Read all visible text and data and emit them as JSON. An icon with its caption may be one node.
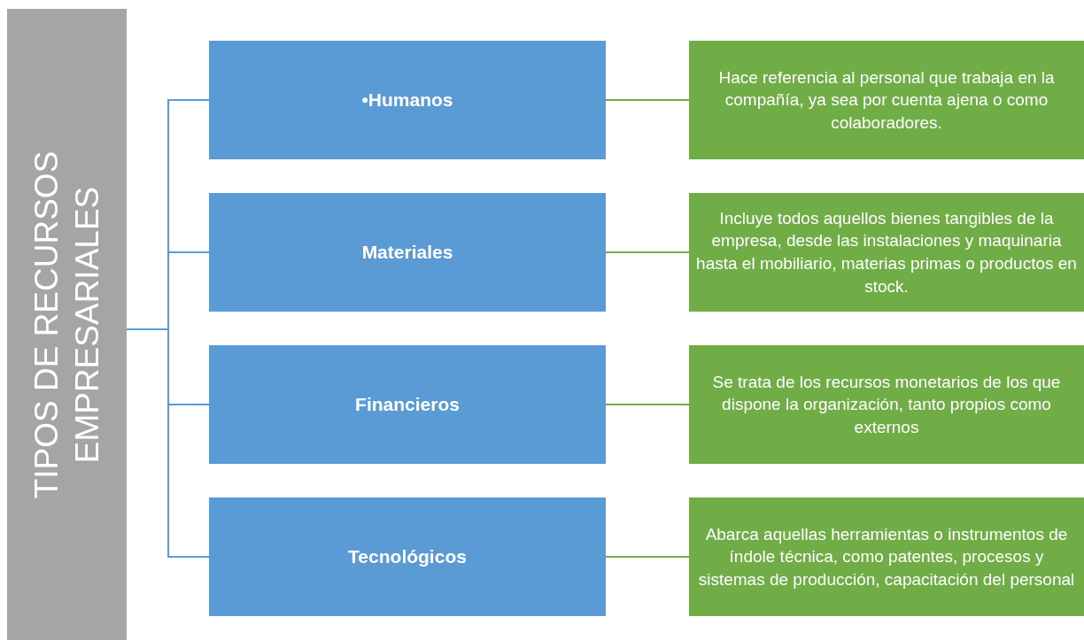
{
  "diagram": {
    "nodes": [
      {
        "text": [
          "TIPOS DE RECURSOS EMPRESARIALES"
        ]
      },
      {
        "text": [
          "•Humanos"
        ]
      },
      {
        "text": [
          "Materiales"
        ]
      },
      {
        "text": [
          "Financieros"
        ]
      },
      {
        "text": [
          "Tecnológicos"
        ]
      },
      {
        "text": [
          "Hace referencia al personal que trabaja en la compañía, ya sea por cuenta ajena o como colaboradores."
        ]
      },
      {
        "text": [
          "Incluye todos aquellos bienes tangibles de la empresa, desde las instalaciones y maquinaria hasta el mobiliario, materias primas o productos en stock."
        ]
      },
      {
        "text": [
          "Se trata de los recursos monetarios de los que dispone la organización, tanto propios como externos"
        ]
      },
      {
        "text": [
          "Abarca aquellas herramientas o instrumentos de índole técnica, como patentes, procesos y sistemas de producción, capacitación del personal"
        ]
      }
    ],
    "edges": [
      {
        "from": 0,
        "to": 1,
        "arrow": "none"
      },
      {
        "from": 0,
        "to": 2,
        "arrow": "none"
      },
      {
        "from": 0,
        "to": 3,
        "arrow": "none"
      },
      {
        "from": 0,
        "to": 4,
        "arrow": "none"
      },
      {
        "from": 1,
        "to": 5,
        "arrow": "none",
        "color": "#70ad47"
      },
      {
        "from": 2,
        "to": 6,
        "arrow": "none",
        "color": "#70ad47"
      },
      {
        "from": 3,
        "to": 7,
        "arrow": "none",
        "color": "#70ad47"
      },
      {
        "from": 4,
        "to": 8,
        "arrow": "none",
        "color": "#70ad47"
      }
    ]
  }
}
